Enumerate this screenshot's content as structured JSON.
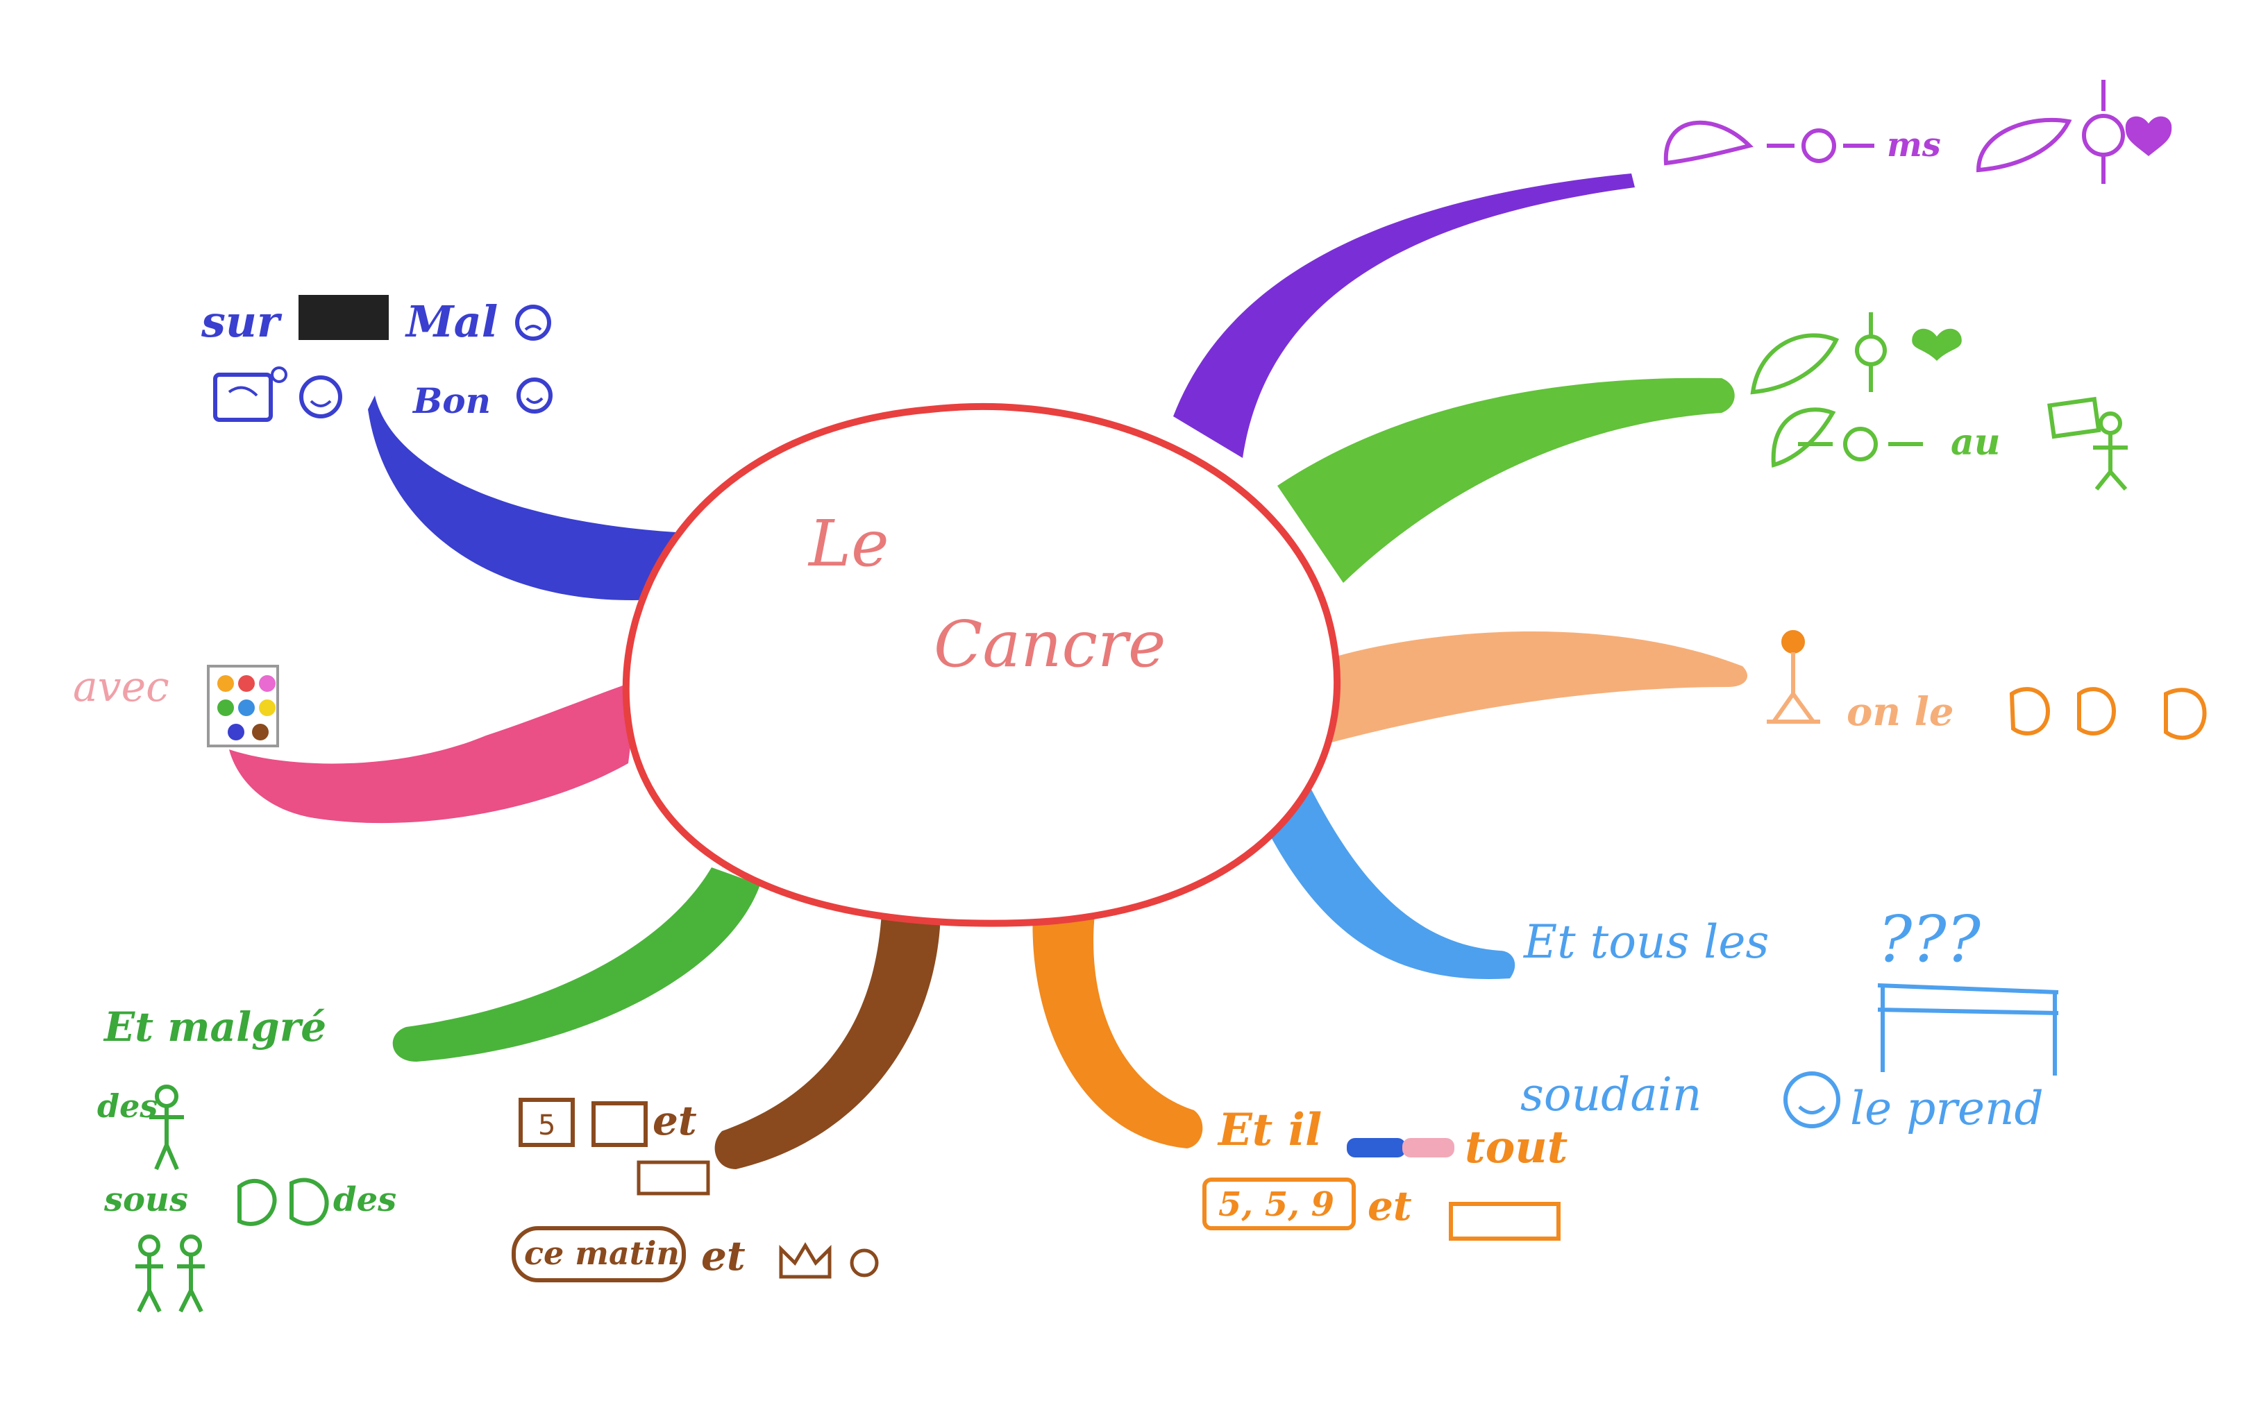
{
  "center": {
    "line1": "Le",
    "line2": "Cancre"
  },
  "branches": {
    "top_left": {
      "sur": "sur",
      "mal": "Mal",
      "bon": "Bon"
    },
    "left": {
      "avec": "avec"
    },
    "bottom_left": {
      "malgre": "Et malgré",
      "des": "des",
      "sous": "sous",
      "des2": "des"
    },
    "bottom_brown": {
      "et1": "et",
      "box_5": "5",
      "matin": "ce matin",
      "et2": "et"
    },
    "bottom_orange": {
      "et_il": "Et il",
      "tout": "tout",
      "nums": "5, 5, 9",
      "et": "et"
    },
    "right_blue": {
      "line1": "Et tous les",
      "questions": "???",
      "line2": "soudain",
      "line3": "le prend"
    },
    "right_peach": {
      "text": "on le"
    },
    "right_green": {
      "au": "au"
    },
    "top_right_purple": {
      "ms": "ms"
    }
  },
  "colors": {
    "center_outline": "#e8403f",
    "center_text": "#e87a7a",
    "purple": "#7a2fd6",
    "green": "#5fc03a",
    "peach": "#f6ae78",
    "light_blue": "#4da0ee",
    "orange": "#f28a1e",
    "brown": "#8a4a1e",
    "dark_green": "#3aa83a",
    "pink": "#ea4f86",
    "blue": "#3a3fcf"
  }
}
